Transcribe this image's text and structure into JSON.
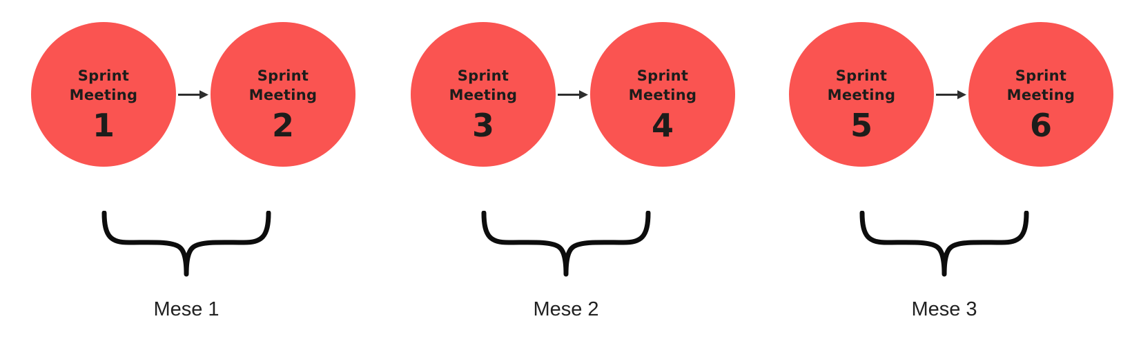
{
  "colors": {
    "background": "#ffffff",
    "circle_fill": "#FA5451",
    "circle_text": "#1D1D1B",
    "arrow": "#2E2E2E",
    "brace": "#0D0D0D",
    "label_text": "#212121"
  },
  "groups": [
    {
      "label": "Mese 1",
      "meetings": [
        {
          "title": "Sprint Meeting",
          "number": "1"
        },
        {
          "title": "Sprint Meeting",
          "number": "2"
        }
      ]
    },
    {
      "label": "Mese 2",
      "meetings": [
        {
          "title": "Sprint Meeting",
          "number": "3"
        },
        {
          "title": "Sprint Meeting",
          "number": "4"
        }
      ]
    },
    {
      "label": "Mese 3",
      "meetings": [
        {
          "title": "Sprint Meeting",
          "number": "5"
        },
        {
          "title": "Sprint Meeting",
          "number": "6"
        }
      ]
    }
  ]
}
